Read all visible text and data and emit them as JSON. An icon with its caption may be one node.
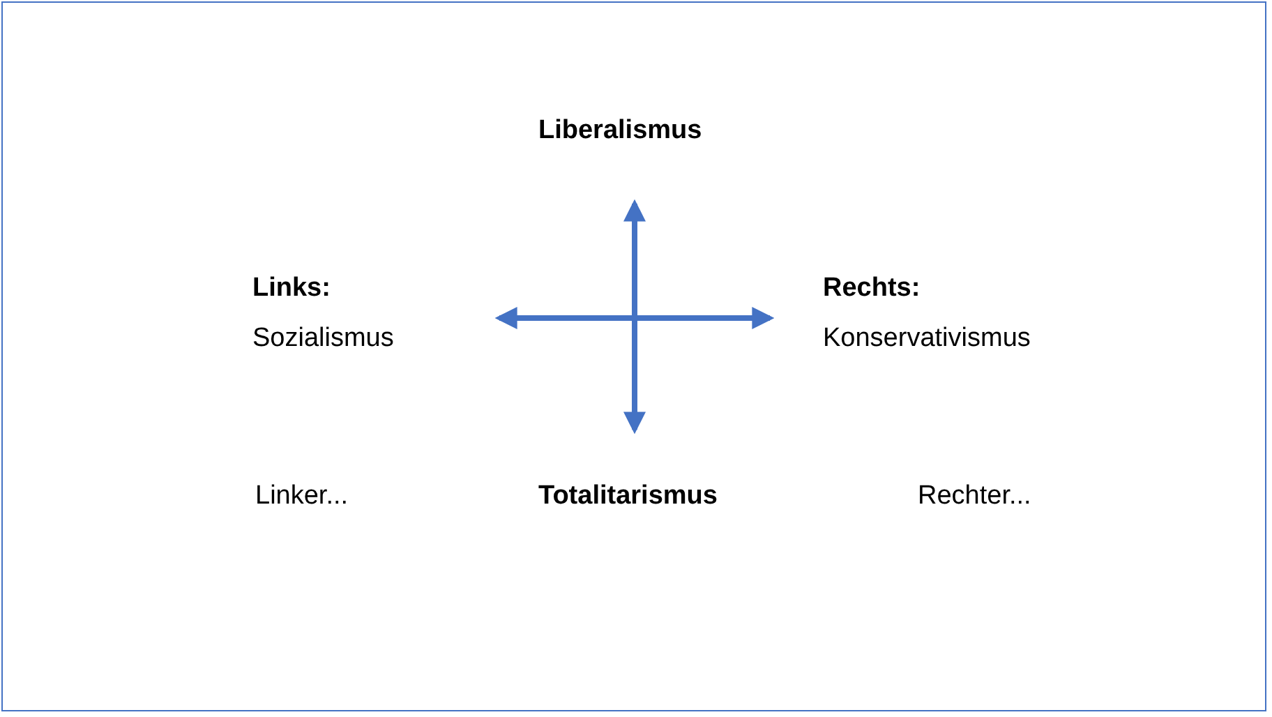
{
  "diagram": {
    "labels": [
      "Liberalismus",
      "Links:",
      "Rechts:",
      "Sozialismus",
      "Konservativismus",
      "Linker...",
      "Totalitarismus",
      "Rechter..."
    ]
  }
}
